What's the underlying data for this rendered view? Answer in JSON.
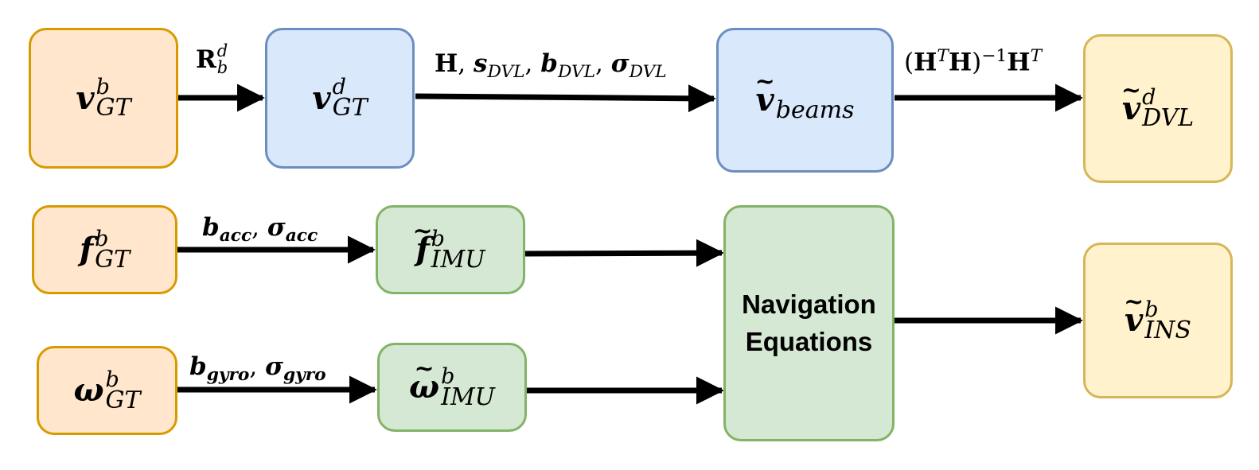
{
  "colors": {
    "orange_fill": "#ffe6cc",
    "orange_stroke": "#d79b00",
    "blue_fill": "#dae8fc",
    "blue_stroke": "#6c8ebf",
    "green_fill": "#d5e8d4",
    "green_stroke": "#82b366",
    "yellow_fill": "#fff2cc",
    "yellow_stroke": "#d6b656",
    "arrow": "#000000"
  },
  "nodes": {
    "v_gt_b": {
      "base": "v",
      "sup": "b",
      "sub": "GT"
    },
    "v_gt_d": {
      "base": "v",
      "sup": "d",
      "sub": "GT"
    },
    "v_beams": {
      "base": "v",
      "sub": "beams"
    },
    "v_dvl_d": {
      "base": "v",
      "sup": "d",
      "sub": "DVL"
    },
    "f_gt_b": {
      "base": "f",
      "sup": "b",
      "sub": "GT"
    },
    "f_imu_b": {
      "base": "f",
      "sup": "b",
      "sub": "IMU"
    },
    "w_gt_b": {
      "base": "ω",
      "sup": "b",
      "sub": "GT"
    },
    "w_imu_b": {
      "base": "ω",
      "sup": "b",
      "sub": "IMU"
    },
    "nav_eq": {
      "line1": "Navigation",
      "line2": "Equations"
    },
    "v_ins_b": {
      "base": "v",
      "sup": "b",
      "sub": "INS"
    }
  },
  "edge_labels": {
    "rotation": {
      "base": "R",
      "sup": "d",
      "sub": "b"
    },
    "beam_params": {
      "h": "H",
      "sep1": ", ",
      "s": "s",
      "s_sub": "DVL",
      "sep2": ", ",
      "b": "b",
      "b_sub": "DVL",
      "sep3": ", ",
      "sigma": "σ",
      "sigma_sub": "DVL"
    },
    "ls_solution": {
      "open": "(",
      "h1": "H",
      "t1": "T",
      "h2": "H",
      "close": ")",
      "inv": "−1",
      "h3": "H",
      "t2": "T"
    },
    "acc_params": {
      "b": "b",
      "b_sub": "acc",
      "sep": ", ",
      "sigma": "σ",
      "sigma_sub": "acc"
    },
    "gyro_params": {
      "b": "b",
      "b_sub": "gyro",
      "sep": ", ",
      "sigma": "σ",
      "sigma_sub": "gyro"
    }
  }
}
